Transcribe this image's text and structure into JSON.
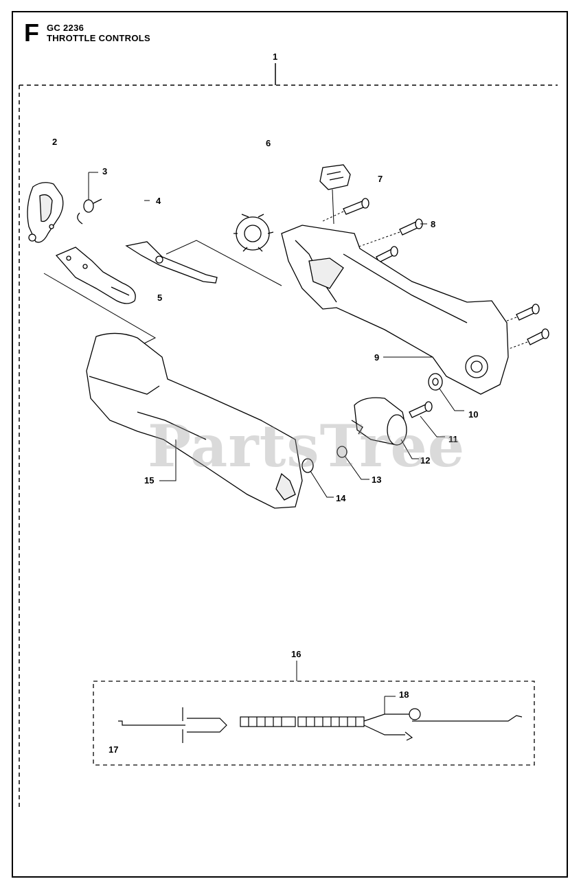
{
  "header": {
    "section_letter": "F",
    "model": "GC 2236",
    "title": "THROTTLE CONTROLS"
  },
  "watermark": "PartsTree",
  "callouts": [
    "1",
    "2",
    "3",
    "4",
    "5",
    "6",
    "7",
    "8",
    "9",
    "10",
    "11",
    "12",
    "13",
    "14",
    "15",
    "16",
    "17",
    "18"
  ],
  "colors": {
    "line": "#000000",
    "watermark": "#969696",
    "part_fill": "#ffffff"
  }
}
